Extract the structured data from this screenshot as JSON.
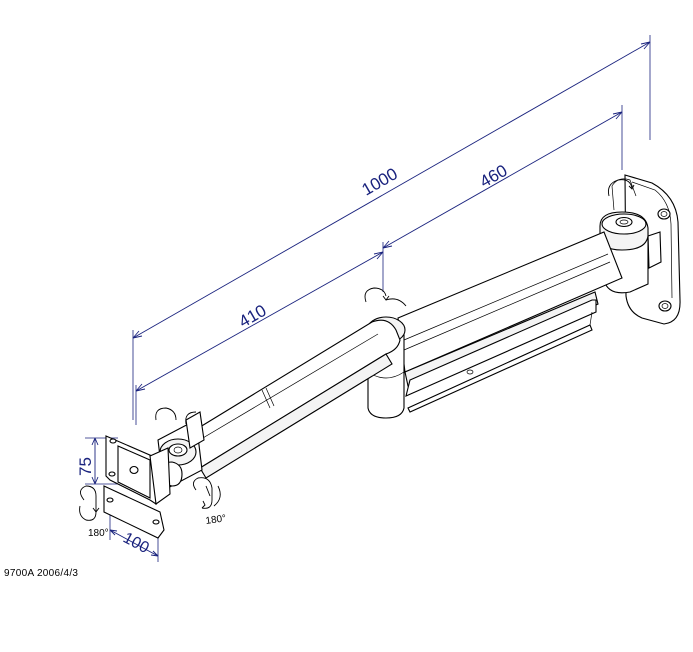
{
  "dimensions": {
    "total_length": "1000",
    "upper_arm": "460",
    "lower_arm": "410",
    "vesa_vertical": "75",
    "vesa_horizontal": "100"
  },
  "rotations": {
    "tilt_angle": "180°",
    "swivel_angle": "180°"
  },
  "caption": "9700A  2006/4/3",
  "colors": {
    "dimension": "#1a237e",
    "outline": "#000000",
    "background": "#ffffff"
  }
}
